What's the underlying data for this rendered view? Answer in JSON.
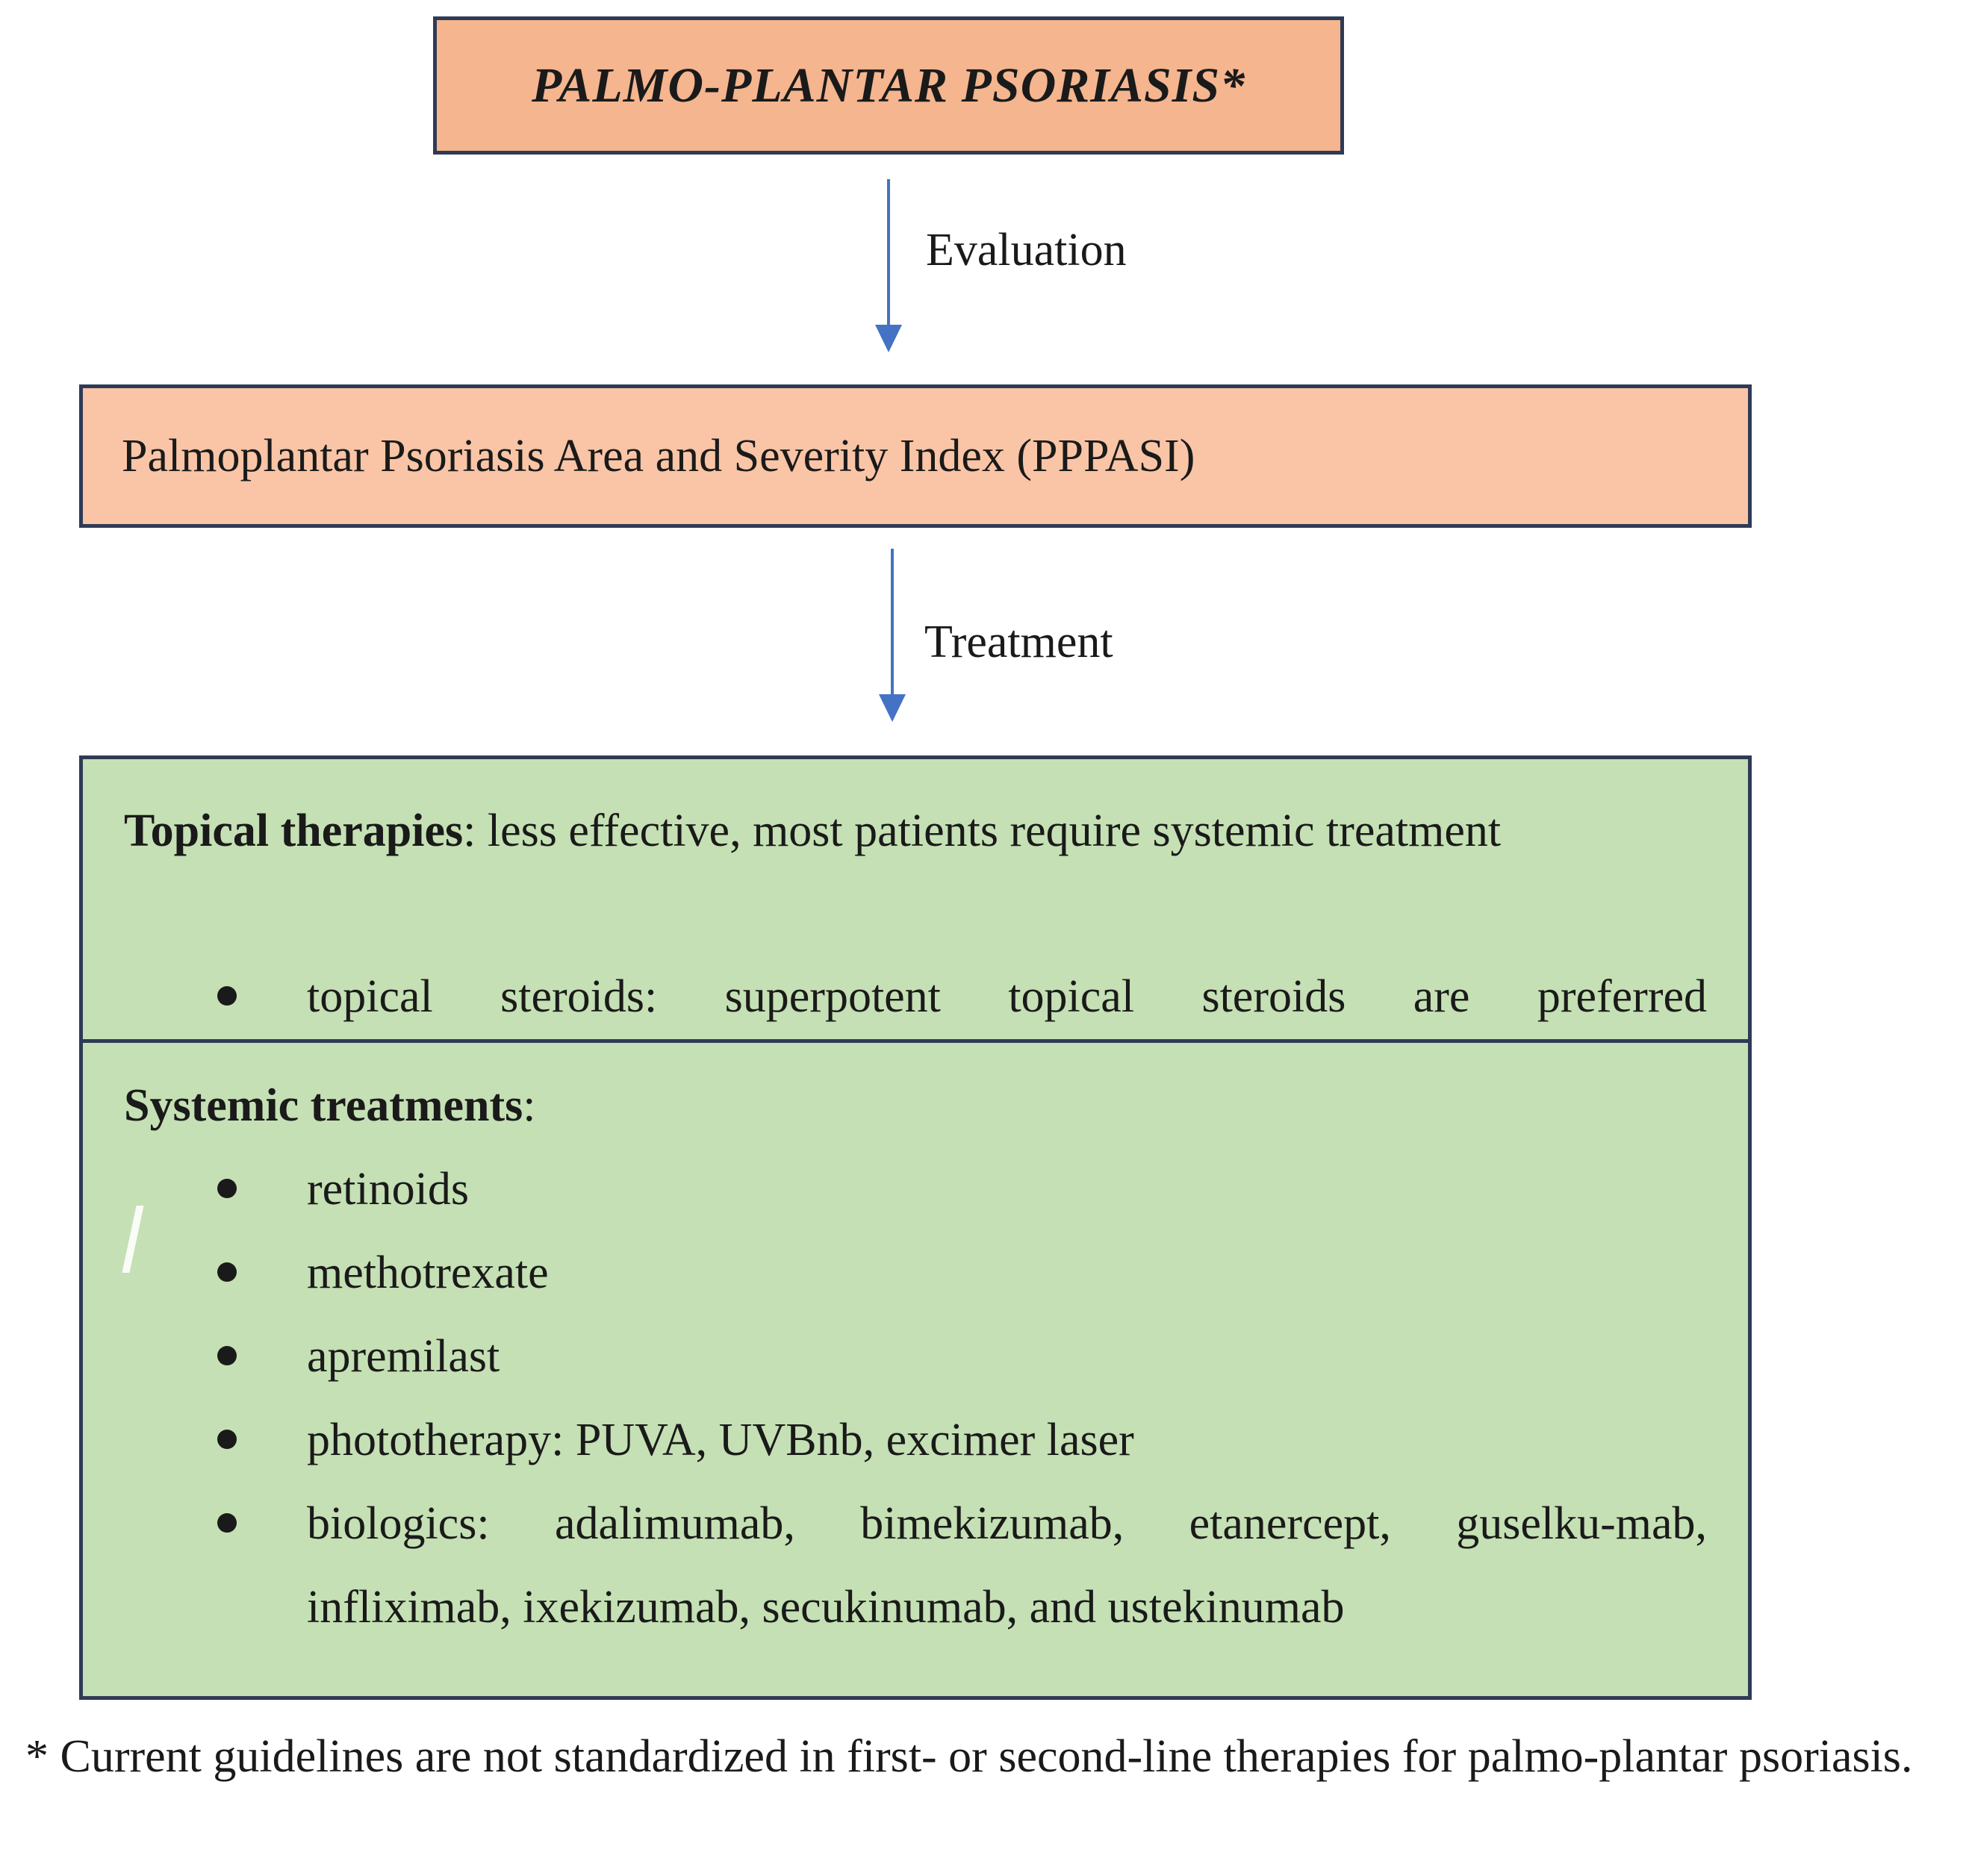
{
  "diagram": {
    "title": "PALMO-PLANTAR PSORIASIS*",
    "step1_label": "Evaluation",
    "index_box": "Palmoplantar Psoriasis Area and Severity Index (PPPASI)",
    "step2_label": "Treatment",
    "topical": {
      "heading": "Topical therapies",
      "description": ": less effective, most patients require systemic treatment",
      "items": [
        "topical steroids: superpotent topical steroids are preferred"
      ]
    },
    "systemic": {
      "heading": "Systemic treatments",
      "suffix": ":",
      "items": [
        "retinoids",
        "methotrexate",
        "apremilast",
        "phototherapy: PUVA, UVBnb, excimer laser",
        "biologics: adalimumab, bimekizumab, etanercept, guselku-mab, infliximab, ixekizumab, secukinumab, and ustekinumab"
      ]
    },
    "footnote": "* Current guidelines are not standardized in first- or second-line therapies for palmo-plantar psoriasis.",
    "colors": {
      "title_fill": "#f4b58f",
      "index_fill": "#f9c5a6",
      "treatment_fill": "#c5e0b4",
      "border": "#2f3b55",
      "arrow": "#4472c4"
    }
  }
}
